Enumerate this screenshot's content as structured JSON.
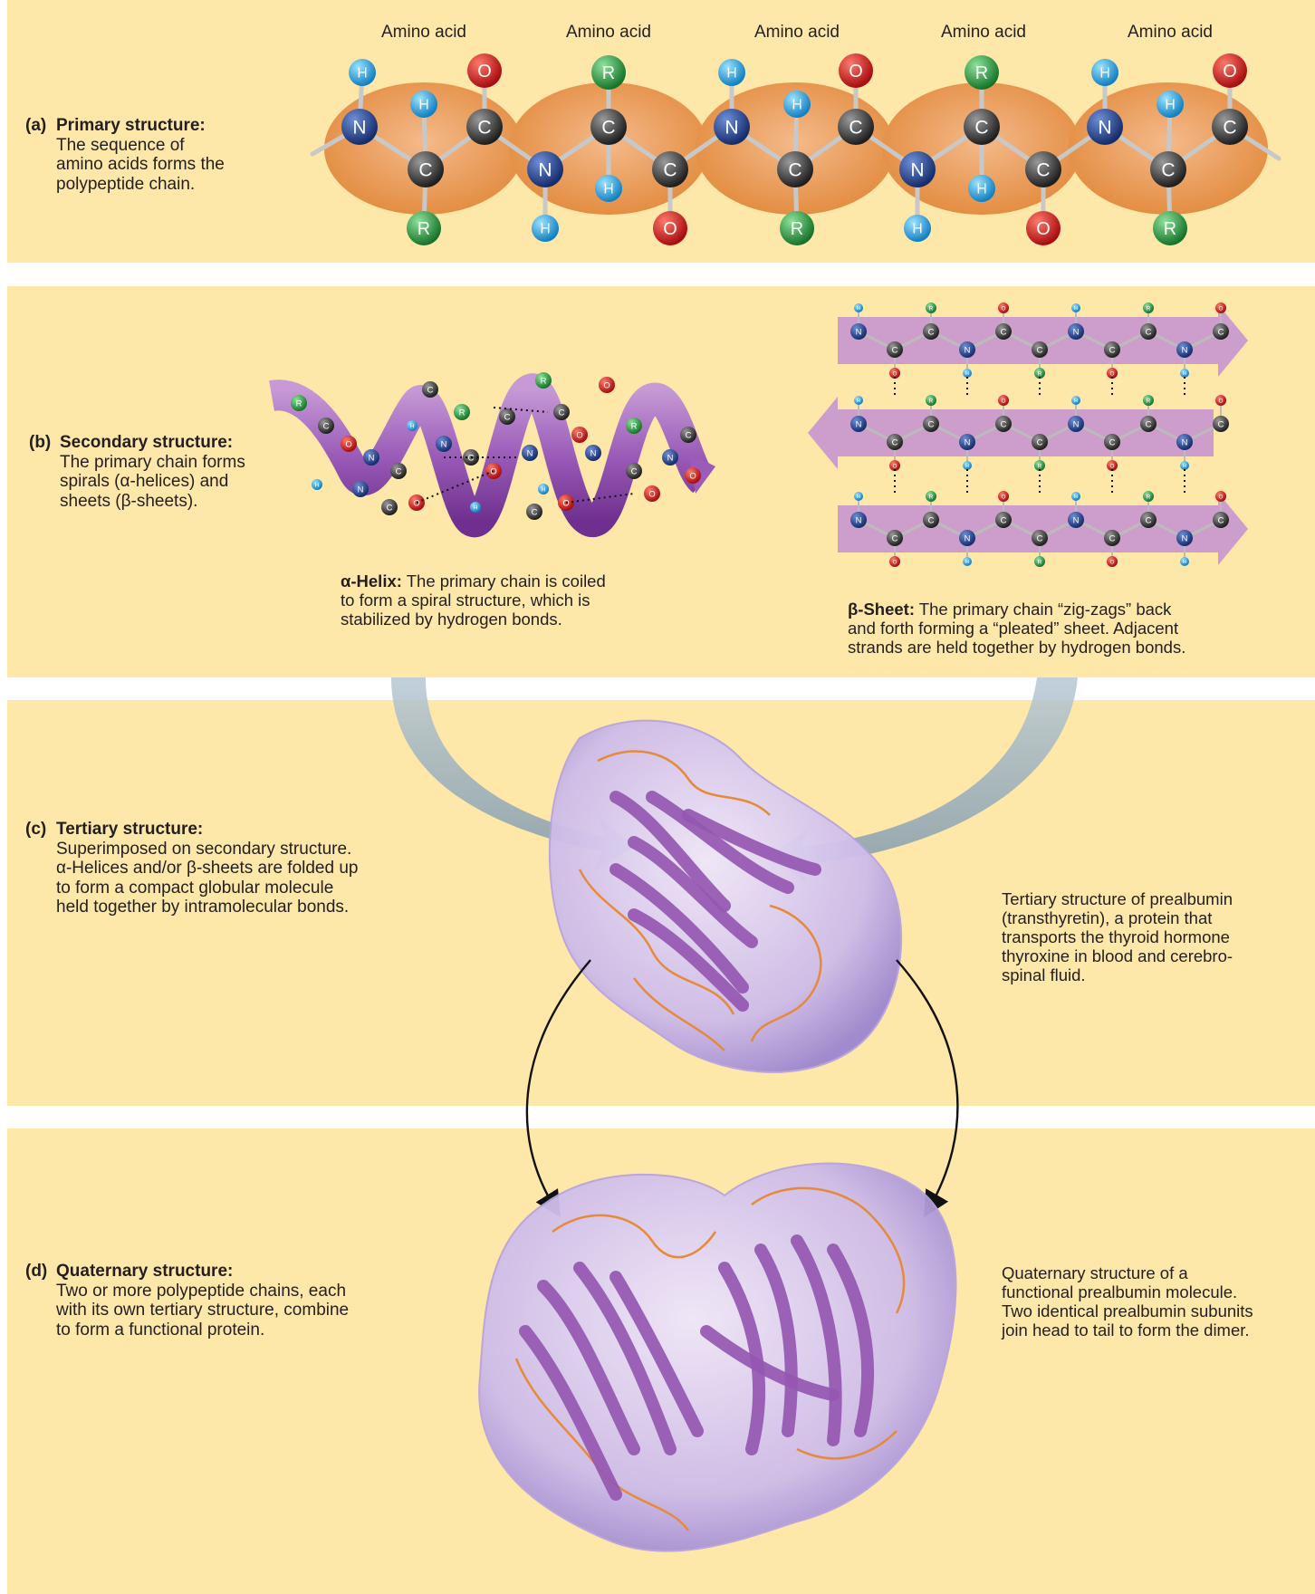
{
  "amino_acid_label": "Amino acid",
  "panels": {
    "a": {
      "letter": "(a)",
      "heading": "Primary structure:",
      "lines": [
        "The sequence of",
        "amino acids forms the",
        "polypeptide chain."
      ]
    },
    "b": {
      "letter": "(b)",
      "heading": "Secondary structure:",
      "lines": [
        "The primary chain forms",
        "spirals (α-helices) and",
        "sheets (β-sheets)."
      ]
    },
    "c": {
      "letter": "(c)",
      "heading": "Tertiary structure:",
      "lines": [
        "Superimposed on secondary structure.",
        "α-Helices and/or β-sheets are folded up",
        "to form a compact globular molecule",
        "held together by intramolecular bonds."
      ]
    },
    "d": {
      "letter": "(d)",
      "heading": "Quaternary structure:",
      "lines": [
        "Two or more polypeptide chains, each",
        "with its own tertiary structure, combine",
        "to form a functional protein."
      ]
    }
  },
  "helix_caption": {
    "term": "α-Helix:",
    "lines": [
      " The primary chain is coiled",
      "to form a spiral structure, which is",
      "stabilized by hydrogen bonds."
    ]
  },
  "sheet_caption": {
    "term": "β-Sheet:",
    "lines": [
      " The primary chain “zig-zags” back",
      "and forth forming a “pleated” sheet. Adjacent",
      "strands are held together by hydrogen bonds."
    ]
  },
  "tertiary_caption": [
    "Tertiary structure of prealbumin",
    "(transthyretin), a protein that",
    "transports the thyroid hormone",
    "thyroxine in blood and cerebro-",
    "spinal fluid."
  ],
  "quaternary_caption": [
    "Quaternary structure of a",
    "functional prealbumin molecule.",
    "Two identical prealbumin subunits",
    "join head to tail to form the dimer."
  ],
  "atoms": {
    "N": "N",
    "C": "C",
    "O": "O",
    "H": "H",
    "R": "R"
  },
  "colors": {
    "panel": "#fde7a9",
    "nitrogen": "#1f3f8f",
    "carbon": "#3a3a3a",
    "oxygen": "#d0161a",
    "hydrogen": "#1e9fd8",
    "r_group": "#2a9a3a",
    "residue_oval": "#e8923f",
    "ribbon": "#9c5fb5",
    "envelope": "#c9b6e6"
  }
}
